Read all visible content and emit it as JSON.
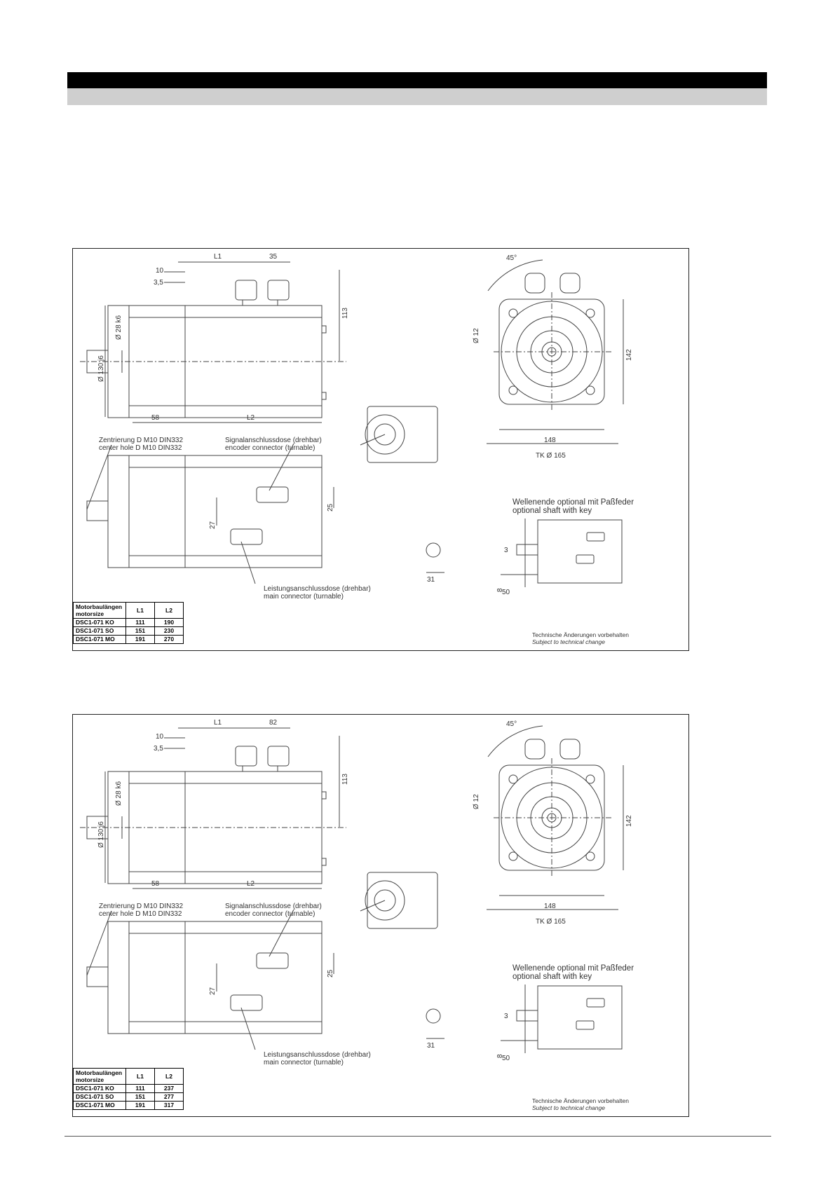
{
  "drawings": [
    {
      "dims": {
        "L1": "L1",
        "gap": "35",
        "d10": "10",
        "d35": "3,5",
        "d113": "113",
        "d130": "Ø 130 j6",
        "d28": "Ø 28 k6",
        "d58": "58",
        "L2": "L2",
        "d45": "45°",
        "d12": "Ø 12",
        "d142": "142",
        "d148": "148",
        "tk": "TK Ø 165",
        "d25": "25",
        "d27": "27",
        "d3": "3",
        "d8": "8",
        "d50": "50",
        "d31": "31"
      },
      "labels": {
        "center_de": "Zentrierung D M10 DIN332",
        "center_en": "center hole D M10 DIN332",
        "signal_de": "Signalanschlussdose (drehbar)",
        "signal_en": "encoder connector (turnable)",
        "shaft_de": "Wellenende optional mit Paßfeder",
        "shaft_en": "optional shaft with key",
        "power_de": "Leistungsanschlussdose (drehbar)",
        "power_en": "main connector (turnable)",
        "change_de": "Technische Änderungen vorbehalten",
        "change_en": "Subject to technical change"
      },
      "table": {
        "header": [
          "Motorbaulängen\nmotorsize",
          "L1",
          "L2"
        ],
        "rows": [
          [
            "DSC1-071 KO",
            "111",
            "190"
          ],
          [
            "DSC1-071 SO",
            "151",
            "230"
          ],
          [
            "DSC1-071 MO",
            "191",
            "270"
          ]
        ]
      }
    },
    {
      "dims": {
        "L1": "L1",
        "gap": "82",
        "d10": "10",
        "d35": "3,5",
        "d113": "113",
        "d130": "Ø 130 j6",
        "d28": "Ø 28 k6",
        "d58": "58",
        "L2": "L2",
        "d45": "45°",
        "d12": "Ø 12",
        "d142": "142",
        "d148": "148",
        "tk": "TK Ø 165",
        "d25": "25",
        "d27": "27",
        "d3": "3",
        "d8": "8",
        "d50": "50",
        "d31": "31"
      },
      "labels": {
        "center_de": "Zentrierung D M10 DIN332",
        "center_en": "center hole D M10 DIN332",
        "signal_de": "Signalanschlussdose (drehbar)",
        "signal_en": "encoder connector (turnable)",
        "shaft_de": "Wellenende optional mit Paßfeder",
        "shaft_en": "optional shaft with key",
        "power_de": "Leistungsanschlussdose (drehbar)",
        "power_en": "main connector (turnable)",
        "change_de": "Technische Änderungen vorbehalten",
        "change_en": "Subject to technical change"
      },
      "table": {
        "header": [
          "Motorbaulängen\nmotorsize",
          "L1",
          "L2"
        ],
        "rows": [
          [
            "DSC1-071 KO",
            "111",
            "237"
          ],
          [
            "DSC1-071 SO",
            "151",
            "277"
          ],
          [
            "DSC1-071 MO",
            "191",
            "317"
          ]
        ]
      }
    }
  ]
}
